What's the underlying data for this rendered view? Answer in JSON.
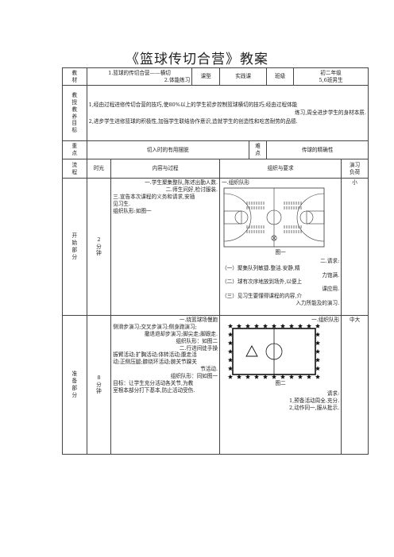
{
  "title": "《篮球传切合营》教案",
  "header": {
    "col1_label": "教\n材",
    "textbook_line1": "1.篮球的传切合营——横切",
    "textbook_line2": "2.体能练习",
    "type_label": "课型",
    "type_value": "实践课",
    "class_label": "班级",
    "class_value_line1": "初二年级",
    "class_value_line2": "5,6班男生"
  },
  "goals": {
    "label": "教\n授\n教\n养\n目\n标",
    "line1": "1,经由过程进修传切合营的技巧,使80%以上的学生初步控制篮球横切的技巧;经由过程体能",
    "line1b": "练习,周全进步学生的身材本质.",
    "line2": "2,进步学生进修篮球的积极性,加强学生联结协作意识,造就学生的创造性和吃苦耐劳的品德."
  },
  "focus": {
    "key_label": "重\n点",
    "key_value": "切入时的有用摆脱",
    "diff_label": "难\n点",
    "diff_value": "传球的精确性"
  },
  "columns": {
    "process": "流\n程",
    "time": "时光",
    "content": "内容与过程",
    "org": "组织与要求",
    "load": "演习\n负荷"
  },
  "start": {
    "label": "开\n始\n部\n分",
    "time": "2\n分\n钟",
    "content": [
      {
        "text": "一.学生聚集整队,陈述出勤人数.",
        "align": "r"
      },
      {
        "text": "二.师生问好,检讨服装.",
        "align": "r"
      },
      {
        "text": "三.宣告本次课程的义务和请求,安插",
        "align": "l"
      },
      {
        "text": "见习生.",
        "align": "l"
      },
      {
        "text": "组织队形:如图一",
        "align": "l"
      }
    ],
    "org_title": "一.组织队形",
    "figure_caption": "图一",
    "requirements": [
      {
        "text": "二.请求:",
        "align": "r"
      },
      {
        "text": "（一）聚集队列敏捷.整洁.安静,精",
        "align": "l"
      },
      {
        "text": "力饱满.",
        "align": "r"
      },
      {
        "text": "（二）球有次序地放到场外,以便上",
        "align": "l"
      },
      {
        "text": "课应用.",
        "align": "r"
      },
      {
        "text": "（三）见习生要懂得课程的内容,介",
        "align": "l"
      },
      {
        "text": "入力所能及的演习.",
        "align": "r"
      }
    ],
    "load": "小"
  },
  "prep": {
    "label": "准\n备\n部\n分",
    "time": "8\n分\n钟",
    "content": [
      {
        "text": "一.绕篮球场慢跑",
        "align": "r"
      },
      {
        "text": "侧滑步演习;交叉步演习;侧身跑演习;",
        "align": "l"
      },
      {
        "text": "撤退退却步演习;脚尖走;脚跟走.",
        "align": "r"
      },
      {
        "text": "组织队形：如图二",
        "align": "r"
      },
      {
        "text": "二.行进间徒手操",
        "align": "r"
      },
      {
        "text": "振臂活动;扩胸活动;体转活动;腹走活",
        "align": "l"
      },
      {
        "text": "动;正侧压腿;膝绕环活动;腕关节踝关",
        "align": "l"
      },
      {
        "text": "节活动.",
        "align": "r"
      },
      {
        "text": "组织队形：同如图一",
        "align": "r"
      },
      {
        "text": "目标：让学生充分活动各关节,为教",
        "align": "l"
      },
      {
        "text": "室根本部分打下基本,防止活动受伤.",
        "align": "l"
      }
    ],
    "org_title": "一.组织队形",
    "figure_caption": "图二",
    "requirements": [
      {
        "text": "请求:",
        "align": "r"
      },
      {
        "text": "1,预备活动周全.充分.",
        "align": "r"
      },
      {
        "text": "2,动作同一,服从批示.",
        "align": "r"
      }
    ],
    "load": "中大"
  }
}
